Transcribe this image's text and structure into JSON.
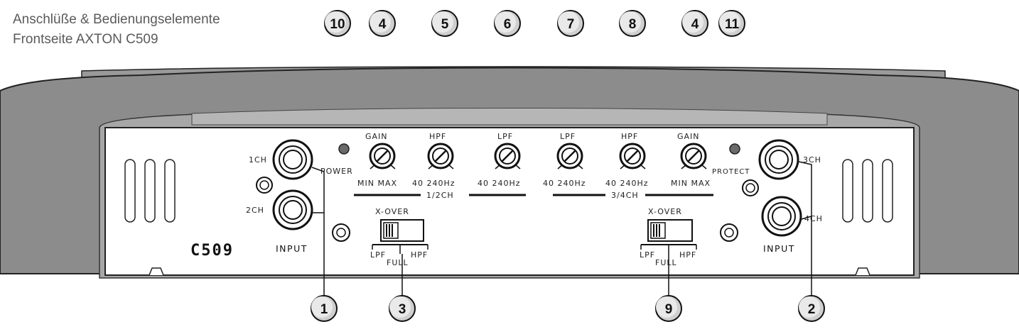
{
  "caption": {
    "line1": "Anschlüße & Bedienungselemente",
    "line2": "Frontseite AXTON C509"
  },
  "model": "C509",
  "labels": {
    "gain_left": "GAIN",
    "hpf_left": "HPF",
    "lpf_left": "LPF",
    "lpf_right": "LPF",
    "hpf_right": "HPF",
    "gain_right": "GAIN",
    "power": "POWER",
    "protect": "PROTECT",
    "ch1": "1CH",
    "ch2": "2CH",
    "ch3": "3CH",
    "ch4": "4CH",
    "input_left": "INPUT",
    "input_right": "INPUT",
    "minmax_left": "MIN MAX",
    "freq_hpf_left": "40 240Hz",
    "freq_lpf_left": "40 240Hz",
    "freq_lpf_right": "40 240Hz",
    "freq_hpf_right": "40 240Hz",
    "minmax_right": "MIN MAX",
    "group_left": "1/2CH",
    "group_right": "3/4CH",
    "xover_left": "X-OVER",
    "xover_right": "X-OVER",
    "sw_lpf_left": "LPF",
    "sw_hpf_left": "HPF",
    "sw_full_left": "FULL",
    "sw_lpf_right": "LPF",
    "sw_hpf_right": "HPF",
    "sw_full_right": "FULL"
  },
  "callouts": {
    "c10": "10",
    "c4a": "4",
    "c5": "5",
    "c6": "6",
    "c7": "7",
    "c8": "8",
    "c4b": "4",
    "c11": "11",
    "c1": "1",
    "c3": "3",
    "c9": "9",
    "c2": "2"
  }
}
